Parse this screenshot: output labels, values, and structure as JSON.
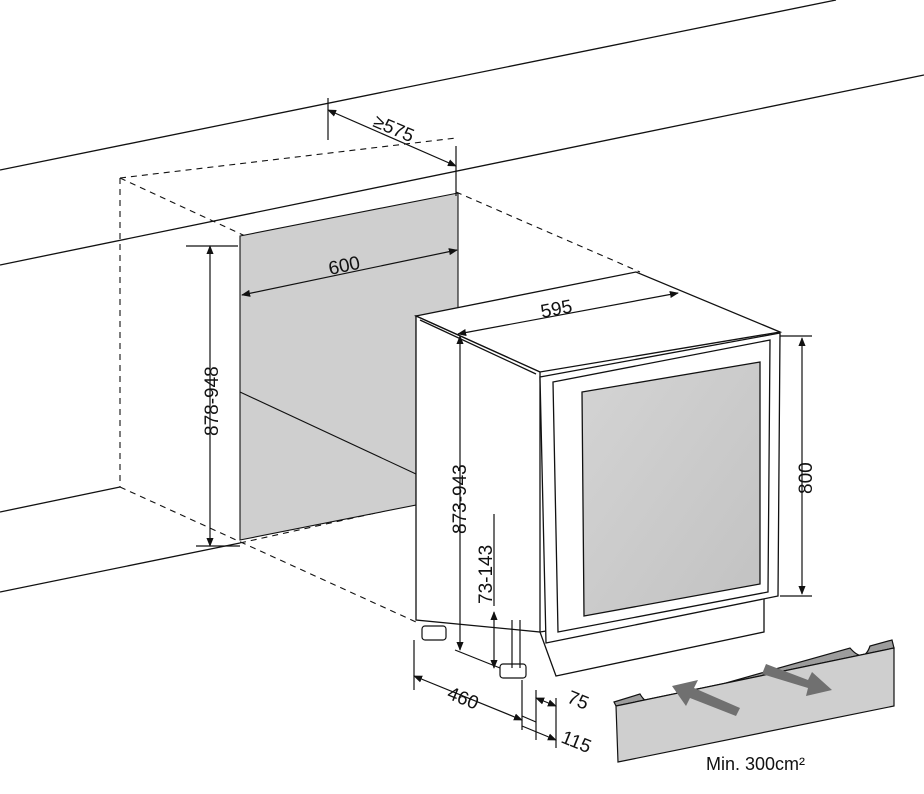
{
  "dimensions": {
    "depth_min": "≥575",
    "niche_width": "600",
    "appliance_width": "595",
    "niche_height": "878-948",
    "appliance_height": "873-943",
    "door_height": "800",
    "foot_height": "73-143",
    "plinth_depth": "460",
    "plinth_offset_1": "75",
    "plinth_offset_2": "115"
  },
  "ventilation_note": "Min. 300cm²"
}
